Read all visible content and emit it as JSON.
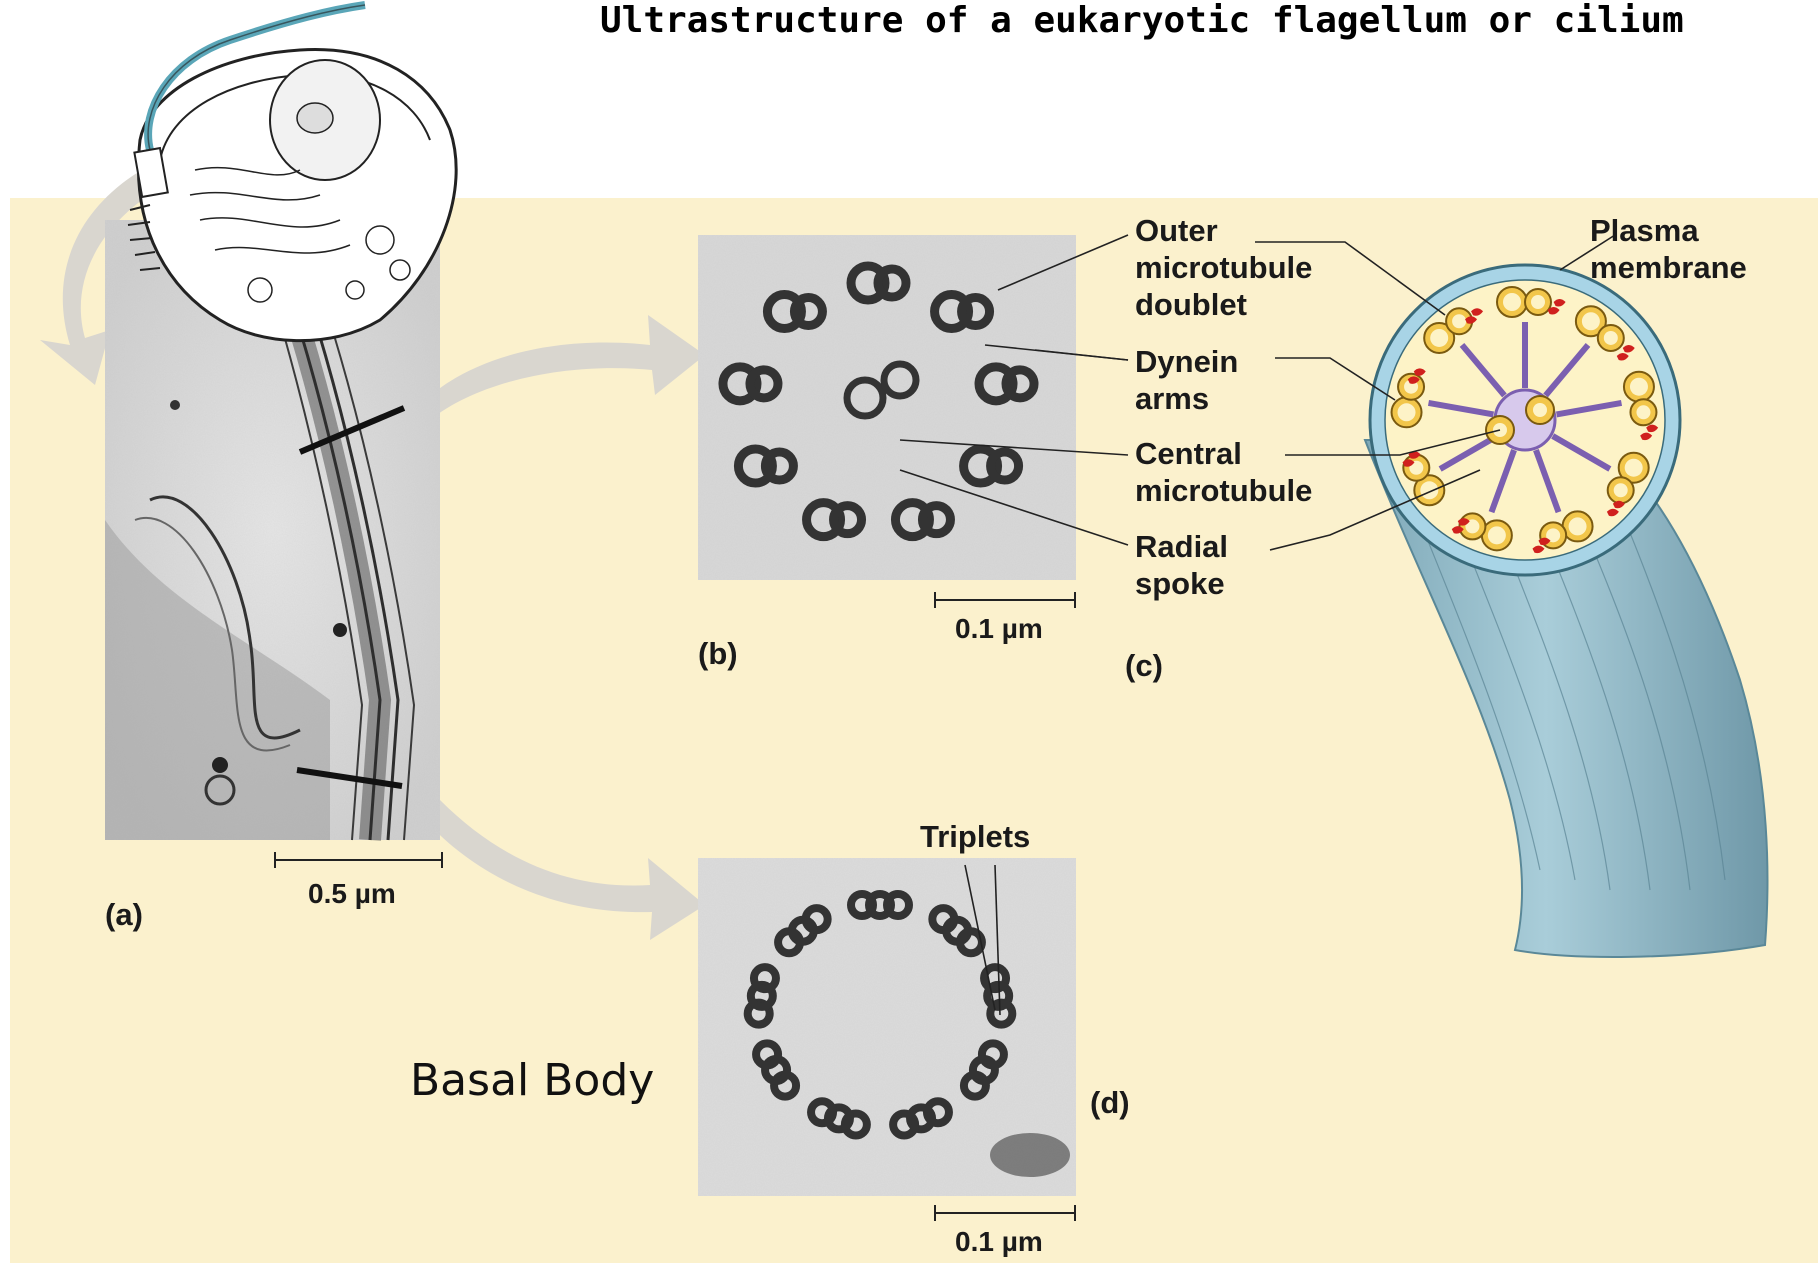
{
  "title": "Ultrastructure of a eukaryotic flagellum or cilium",
  "panels": {
    "a": "(a)",
    "b": "(b)",
    "c": "(c)",
    "d": "(d)"
  },
  "scale_bars": {
    "a": "0.5 µm",
    "b": "0.1 µm",
    "d": "0.1 µm"
  },
  "labels": {
    "outer_doublet": [
      "Outer",
      "microtubule",
      "doublet"
    ],
    "dynein_arms": [
      "Dynein",
      "arms"
    ],
    "central_microtubule": [
      "Central",
      "microtubule"
    ],
    "radial_spoke": [
      "Radial",
      "spoke"
    ],
    "plasma_membrane": [
      "Plasma",
      "membrane"
    ],
    "triplets": "Triplets",
    "basal_body": "Basal Body"
  },
  "colors": {
    "panel_background": "#fbf1cd",
    "membrane": "#a8d4e6",
    "microtubule": "#f2c64a",
    "dynein": "#d0201e",
    "spoke": "#7b5fb0",
    "flagellum_body": "#8fb8c6",
    "arrow": "#d9d6cf"
  }
}
